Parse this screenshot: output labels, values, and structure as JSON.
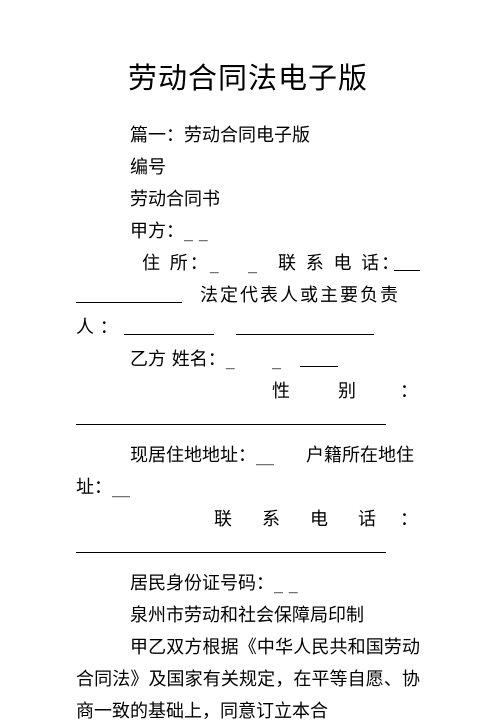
{
  "document": {
    "title": "劳动合同法电子版",
    "lines": {
      "chapter": "篇一：劳动合同电子版",
      "number": "编号",
      "contract_title": "劳动合同书",
      "party_a": "甲方：_ _",
      "address_label": "住 所：_",
      "address_mid": "_",
      "phone_label": "联 系 电 话：",
      "legal_rep_label": "法定代表人或主要负责",
      "legal_rep_cont": "人 ：",
      "party_b_label": "乙方  姓名：_",
      "party_b_mid": "_",
      "gender_char1": "性",
      "gender_char2": "别",
      "gender_colon": "：",
      "residence_label": "现居住地地址：__",
      "hukou_label": "户籍所在地住",
      "hukou_cont": "址：__",
      "phone2_c1": "联",
      "phone2_c2": "系",
      "phone2_c3": "电",
      "phone2_c4": "话",
      "phone2_colon": "：",
      "id_label": "居民身份证号码：_ _",
      "issuer": "泉州市劳动和社会保障局印制",
      "preamble": "甲乙双方根据《中华人民共和国劳动合同法》及国家有关规定，在平等自愿、协商一致的基础上，同意订立本合"
    }
  }
}
